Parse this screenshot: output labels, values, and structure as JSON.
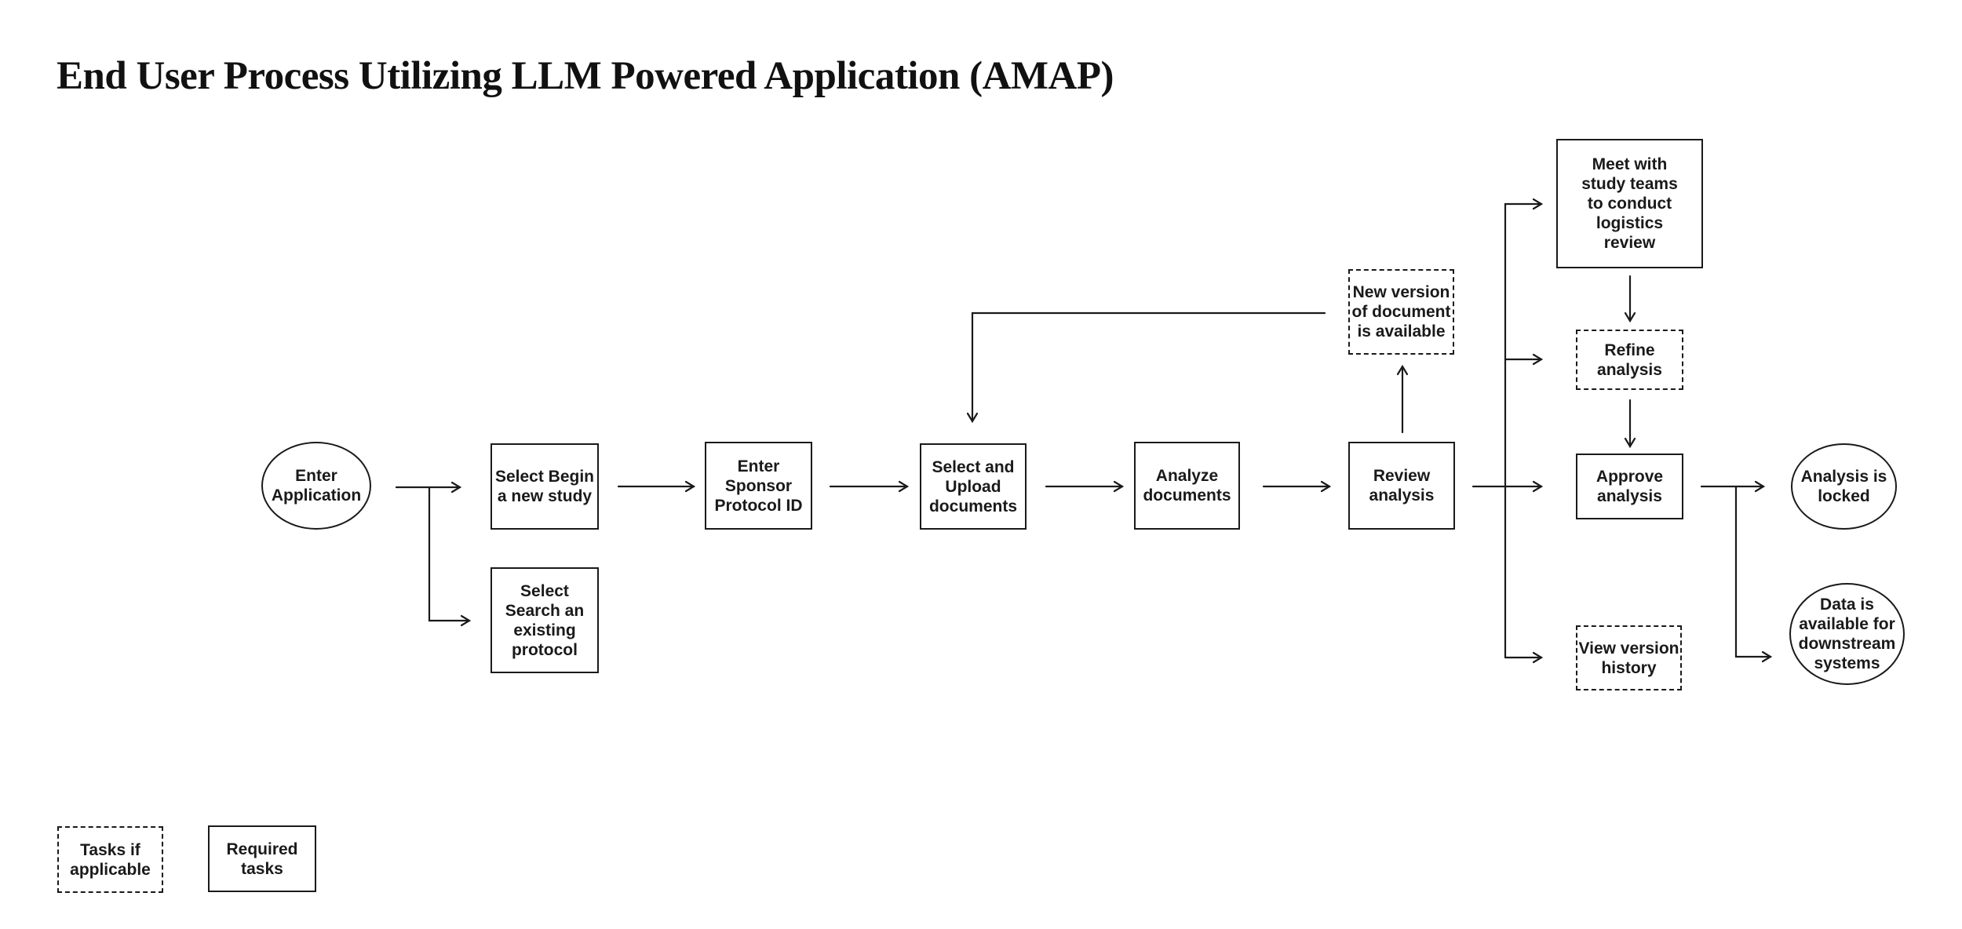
{
  "title": "End User Process Utilizing LLM Powered Application (AMAP)",
  "colors": {
    "ink": "#1a1a1a",
    "background": "#ffffff"
  },
  "nodes": {
    "enter_application": {
      "label": "Enter\nApplication",
      "shape": "terminator-ellipse",
      "task_type": "required"
    },
    "select_begin": {
      "label": "Select Begin\na new study",
      "shape": "rect",
      "task_type": "required"
    },
    "select_search": {
      "label": "Select\nSearch an\nexisting\nprotocol",
      "shape": "rect",
      "task_type": "required"
    },
    "enter_sponsor": {
      "label": "Enter\nSponsor\nProtocol ID",
      "shape": "rect",
      "task_type": "required"
    },
    "select_upload": {
      "label": "Select and\nUpload\ndocuments",
      "shape": "rect",
      "task_type": "required"
    },
    "analyze_documents": {
      "label": "Analyze\ndocuments",
      "shape": "rect",
      "task_type": "required"
    },
    "review_analysis": {
      "label": "Review\nanalysis",
      "shape": "rect",
      "task_type": "required"
    },
    "new_version": {
      "label": "New version\nof document\nis available",
      "shape": "rect",
      "task_type": "if-applicable"
    },
    "meet_teams": {
      "label": "Meet with\nstudy teams\nto conduct\nlogistics\nreview",
      "shape": "rect",
      "task_type": "required"
    },
    "refine_analysis": {
      "label": "Refine\nanalysis",
      "shape": "rect",
      "task_type": "if-applicable"
    },
    "approve_analysis": {
      "label": "Approve\nanalysis",
      "shape": "rect",
      "task_type": "required"
    },
    "view_history": {
      "label": "View version\nhistory",
      "shape": "rect",
      "task_type": "if-applicable"
    },
    "analysis_locked": {
      "label": "Analysis is\nlocked",
      "shape": "terminator-ellipse",
      "task_type": "required"
    },
    "data_available": {
      "label": "Data is\navailable for\ndownstream\nsystems",
      "shape": "terminator-ellipse",
      "task_type": "required"
    }
  },
  "edges": [
    {
      "from": "enter_application",
      "to": "select_begin"
    },
    {
      "from": "enter_application",
      "to": "select_search"
    },
    {
      "from": "select_begin",
      "to": "enter_sponsor"
    },
    {
      "from": "enter_sponsor",
      "to": "select_upload"
    },
    {
      "from": "select_upload",
      "to": "analyze_documents"
    },
    {
      "from": "analyze_documents",
      "to": "review_analysis"
    },
    {
      "from": "review_analysis",
      "to": "new_version"
    },
    {
      "from": "new_version",
      "to": "select_upload"
    },
    {
      "from": "review_analysis",
      "to": "meet_teams"
    },
    {
      "from": "review_analysis",
      "to": "refine_analysis"
    },
    {
      "from": "review_analysis",
      "to": "approve_analysis"
    },
    {
      "from": "review_analysis",
      "to": "view_history"
    },
    {
      "from": "meet_teams",
      "to": "refine_analysis"
    },
    {
      "from": "refine_analysis",
      "to": "approve_analysis"
    },
    {
      "from": "approve_analysis",
      "to": "analysis_locked"
    },
    {
      "from": "approve_analysis",
      "to": "data_available"
    }
  ],
  "legend": {
    "tasks_if_applicable": {
      "label": "Tasks if\napplicable",
      "style": "dotted"
    },
    "required_tasks": {
      "label": "Required\ntasks",
      "style": "solid"
    }
  }
}
